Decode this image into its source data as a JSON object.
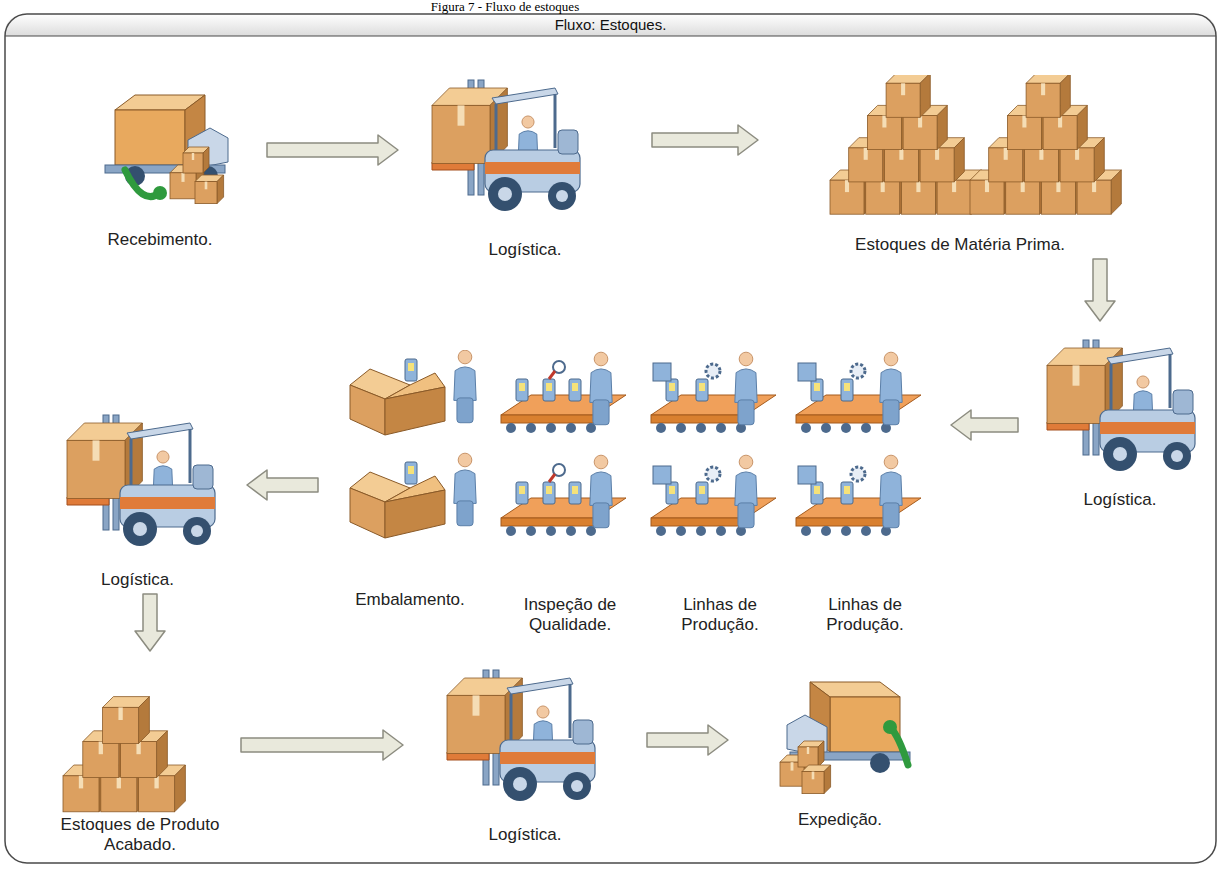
{
  "diagram": {
    "title": "Fluxo: Estoques.",
    "caption": "Figura 7 - Fluxo de estoques",
    "nodes": [
      {
        "text": [
          "Recebimento."
        ]
      },
      {
        "text": [
          "Logística."
        ]
      },
      {
        "text": [
          "Estoques de Matéria Prima."
        ]
      },
      {
        "text": [
          "Logística."
        ]
      },
      {
        "text": [
          "Linhas de Produção."
        ]
      },
      {
        "text": [
          "Linhas de Produção."
        ]
      },
      {
        "text": [
          "Inspeção de Qualidade."
        ]
      },
      {
        "text": [
          "Embalamento."
        ]
      },
      {
        "text": [
          "Logística."
        ]
      },
      {
        "text": [
          "Estoques de Produto Acabado."
        ]
      },
      {
        "text": [
          "Logística."
        ]
      },
      {
        "text": [
          "Expedição."
        ]
      }
    ],
    "edges": [
      {
        "from": 0,
        "to": 1,
        "arrow": "to"
      },
      {
        "from": 1,
        "to": 2,
        "arrow": "to"
      },
      {
        "from": 2,
        "to": 3,
        "arrow": "to"
      },
      {
        "from": 3,
        "to": 4,
        "arrow": "to"
      },
      {
        "from": 7,
        "to": 8,
        "arrow": "to"
      },
      {
        "from": 8,
        "to": 9,
        "arrow": "to"
      },
      {
        "from": 9,
        "to": 10,
        "arrow": "to"
      },
      {
        "from": 10,
        "to": 11,
        "arrow": "to"
      }
    ]
  }
}
